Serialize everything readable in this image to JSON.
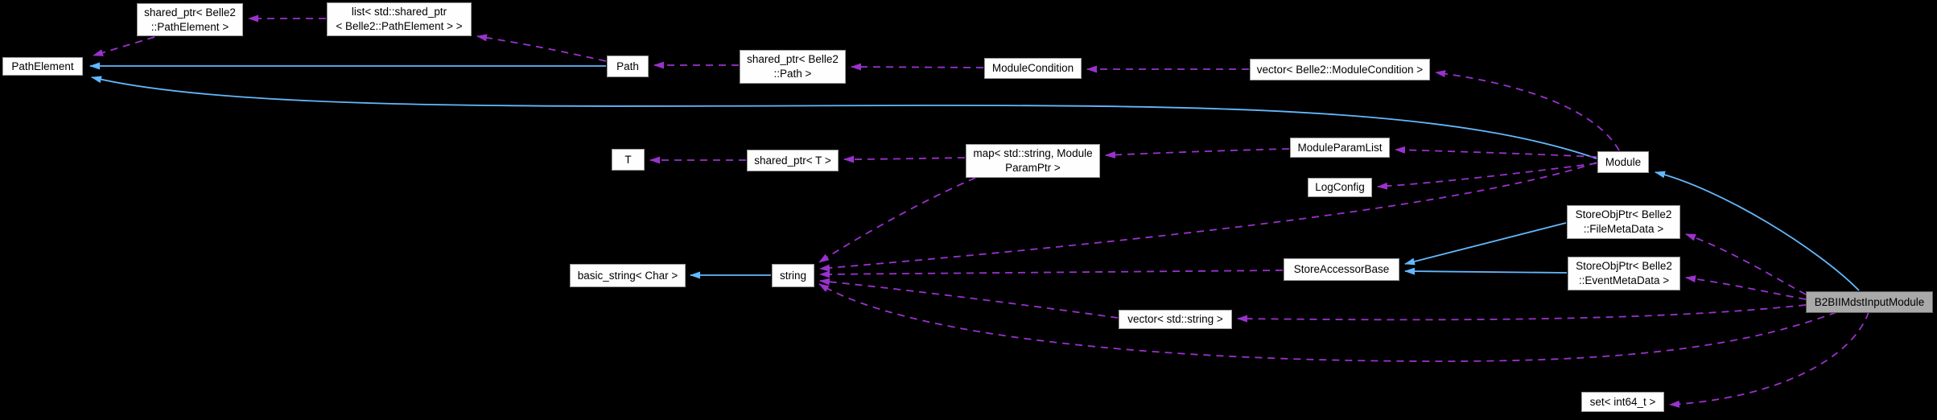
{
  "diagram": {
    "type": "doxygen-collaboration-graph",
    "background_color": "#000000",
    "colors": {
      "inheritance_edge": "#63b8ff",
      "usage_edge": "#9a32cd",
      "node_fill": "#fefefe",
      "node_border": "#9a9a9a",
      "main_node_fill": "#a9a9a9",
      "main_node_border": "#5f5f5f",
      "node_text": "#000000"
    },
    "nodes": [
      {
        "label": "PathElement"
      },
      {
        "label": "shared_ptr< Belle2\n::PathElement >"
      },
      {
        "label": "list< std::shared_ptr\n< Belle2::PathElement > >"
      },
      {
        "label": "Path"
      },
      {
        "label": "shared_ptr< Belle2\n::Path >"
      },
      {
        "label": "ModuleCondition"
      },
      {
        "label": "vector< Belle2::ModuleCondition >"
      },
      {
        "label": "T"
      },
      {
        "label": "shared_ptr< T >"
      },
      {
        "label": "map< std::string, Module\nParamPtr >"
      },
      {
        "label": "ModuleParamList"
      },
      {
        "label": "LogConfig"
      },
      {
        "label": "Module"
      },
      {
        "label": "StoreObjPtr< Belle2\n::FileMetaData >"
      },
      {
        "label": "StoreObjPtr< Belle2\n::EventMetaData >"
      },
      {
        "label": "basic_string< Char >"
      },
      {
        "label": "string"
      },
      {
        "label": "StoreAccessorBase"
      },
      {
        "label": "vector< std::string >"
      },
      {
        "label": "B2BIIMdstInputModule"
      },
      {
        "label": "set< int64_t >"
      }
    ],
    "edges": [
      {
        "from": "Path",
        "to": "PathElement",
        "style": "solid-inheritance"
      },
      {
        "from": "Module",
        "to": "PathElement",
        "style": "solid-inheritance"
      },
      {
        "from": "string",
        "to": "basic_string< Char >",
        "style": "solid-inheritance"
      },
      {
        "from": "StoreObjPtr< Belle2::FileMetaData >",
        "to": "StoreAccessorBase",
        "style": "solid-inheritance"
      },
      {
        "from": "StoreObjPtr< Belle2::EventMetaData >",
        "to": "StoreAccessorBase",
        "style": "solid-inheritance"
      },
      {
        "from": "B2BIIMdstInputModule",
        "to": "Module",
        "style": "solid-inheritance"
      },
      {
        "from": "shared_ptr< Belle2::PathElement >",
        "to": "PathElement",
        "style": "dashed-usage"
      },
      {
        "from": "list< std::shared_ptr< Belle2::PathElement > >",
        "to": "shared_ptr< Belle2::PathElement >",
        "style": "dashed-usage"
      },
      {
        "from": "Path",
        "to": "list< std::shared_ptr< Belle2::PathElement > >",
        "style": "dashed-usage"
      },
      {
        "from": "shared_ptr< Belle2::Path >",
        "to": "Path",
        "style": "dashed-usage"
      },
      {
        "from": "ModuleCondition",
        "to": "shared_ptr< Belle2::Path >",
        "style": "dashed-usage"
      },
      {
        "from": "vector< Belle2::ModuleCondition >",
        "to": "ModuleCondition",
        "style": "dashed-usage"
      },
      {
        "from": "Module",
        "to": "vector< Belle2::ModuleCondition >",
        "style": "dashed-usage"
      },
      {
        "from": "Module",
        "to": "ModuleParamList",
        "style": "dashed-usage"
      },
      {
        "from": "Module",
        "to": "LogConfig",
        "style": "dashed-usage"
      },
      {
        "from": "Module",
        "to": "string",
        "style": "dashed-usage"
      },
      {
        "from": "ModuleParamList",
        "to": "map< std::string, ModuleParamPtr >",
        "style": "dashed-usage"
      },
      {
        "from": "map< std::string, ModuleParamPtr >",
        "to": "shared_ptr< T >",
        "style": "dashed-usage"
      },
      {
        "from": "map< std::string, ModuleParamPtr >",
        "to": "string",
        "style": "dashed-usage"
      },
      {
        "from": "shared_ptr< T >",
        "to": "T",
        "style": "dashed-usage"
      },
      {
        "from": "StoreAccessorBase",
        "to": "string",
        "style": "dashed-usage"
      },
      {
        "from": "vector< std::string >",
        "to": "string",
        "style": "dashed-usage"
      },
      {
        "from": "B2BIIMdstInputModule",
        "to": "StoreObjPtr< Belle2::FileMetaData >",
        "style": "dashed-usage"
      },
      {
        "from": "B2BIIMdstInputModule",
        "to": "StoreObjPtr< Belle2::EventMetaData >",
        "style": "dashed-usage"
      },
      {
        "from": "B2BIIMdstInputModule",
        "to": "vector< std::string >",
        "style": "dashed-usage"
      },
      {
        "from": "B2BIIMdstInputModule",
        "to": "string",
        "style": "dashed-usage"
      },
      {
        "from": "B2BIIMdstInputModule",
        "to": "set< int64_t >",
        "style": "dashed-usage"
      }
    ]
  }
}
